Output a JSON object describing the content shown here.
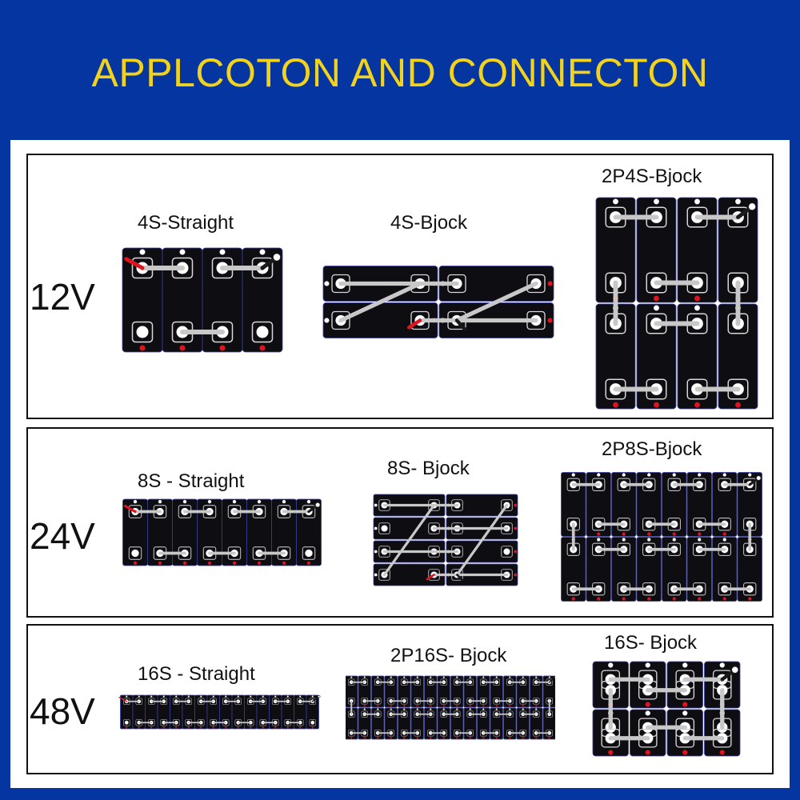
{
  "title": "APPLCOTON AND CONNECTON",
  "colors": {
    "background": "#0535a0",
    "title": "#f3d21c",
    "cell": "#0d0d12",
    "busbar": "#c8c8c8",
    "positive_cable": "#e0141e",
    "negative_cable": "#1a1a1a"
  },
  "sections": [
    {
      "voltage": "12V",
      "diagrams": [
        {
          "label": "4S-Straight"
        },
        {
          "label": "4S-Bjock"
        },
        {
          "label": "2P4S-Bjock"
        }
      ]
    },
    {
      "voltage": "24V",
      "diagrams": [
        {
          "label": "8S - Straight"
        },
        {
          "label": "8S- Bjock"
        },
        {
          "label": "2P8S-Bjock"
        }
      ]
    },
    {
      "voltage": "48V",
      "diagrams": [
        {
          "label": "16S - Straight"
        },
        {
          "label": "2P16S- Bjock"
        },
        {
          "label": "16S- Bjock"
        }
      ]
    }
  ]
}
